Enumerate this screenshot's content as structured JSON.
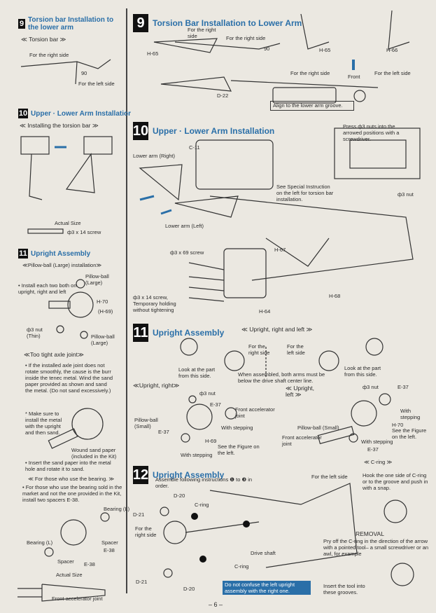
{
  "left": {
    "s9": {
      "num": "9",
      "title": "Torsion bar Installation to the lower arm",
      "sub": "≪ Torsion bar ≫",
      "l1": "For the right side",
      "l2": "90",
      "l3": "For the left side"
    },
    "s10": {
      "num": "10",
      "title": "Upper · Lower Arm Installatior",
      "sub": "≪ Installing the torsion bar ≫",
      "actual": "Actual Size",
      "screw": "ф3 x 14 screw"
    },
    "s11": {
      "num": "11",
      "title": "Upright Assembly",
      "sub": "≪Pillow-ball (Large) installation≫",
      "bullet1": "• Install each two both on upright, right and left",
      "pb_large": "Pillow-ball (Large)",
      "h70": "H-70",
      "h69": "(H-69)",
      "nut": "ф3 nut (Thin)",
      "pb_large2": "Pillow-ball (Large)",
      "tight": "≪Too tight axle joint≫",
      "tight_text": "• If the installed axle joint does not rotate smoothly, the cause is the burr inside the tenec metal. Wind the sand paper provided as shown and sand the metal. (Do not sand excessively.)",
      "make_sure": "* Make sure to install the metal with the upright and then sand.",
      "wound": "Wound sand paper (included in the Kit)",
      "insert": "• Insert the sand paper into the metal hole and rotate it to sand.",
      "bearing_sub": "≪ For those who use the bearing. ≫",
      "bearing_text": "• For those who use the bearing sold in the market and not the one provided in the Kit, install two spacers E-38.",
      "bearing_l": "Bearing (L)",
      "bearing_l2": "Bearing (L)",
      "spacer": "Spacer",
      "spacer2": "Spacer",
      "e38": "E-38",
      "e38b": "E-38",
      "actual": "Actual Size",
      "joint": "Front accelerator joint"
    }
  },
  "right": {
    "s9": {
      "num": "9",
      "title": "Torsion Bar Installation to Lower Arm",
      "h65": "H-65",
      "right_side": "For the right side",
      "right_side2": "For the right side",
      "d90": "90",
      "d22": "D-22",
      "align": "Align to the lower arm groove.",
      "h65b": "H-65",
      "h66": "H-66",
      "for_right": "For the right side",
      "front": "Front",
      "for_left": "For the left side"
    },
    "s10": {
      "num": "10",
      "title": "Upper · Lower Arm Installation",
      "c11": "C-11",
      "lower_right": "Lower arm (Right)",
      "special": "See Special Instruction on the left for torsion bar installation.",
      "press": "Press ф3 nuts into the arrowed positions with a screwdriver.",
      "nut3": "ф3 nut",
      "lower_left": "Lower arm (Left)",
      "screw69": "ф3 x 69 screw",
      "h67": "H-67",
      "screw14": "ф3 x 14 screw, Temporary holding without tightening",
      "h64": "H-64",
      "h68": "H-68"
    },
    "s11": {
      "num": "11",
      "title": "Upright Assembly",
      "sub": "≪ Upright, right and left ≫",
      "right_side": "For the right side",
      "left_side": "For the left side",
      "look1": "Look at the part from this side.",
      "assembled": "When assembled, both arms must be below the drive shaft center line.",
      "look2": "Look at the part from this side.",
      "upright_right": "≪Upright, right≫",
      "nut_a": "ф3 nut",
      "e37a": "E-37",
      "front_joint": "Front accelerator joint",
      "pb_small": "Pillow-ball (Small)",
      "with_step": "With stepping",
      "e37b": "E-37",
      "h69": "H-69",
      "see_fig": "See the Figure on the left.",
      "with_step2": "With stepping",
      "upright_left": "≪ Upright, left ≫",
      "nut_b": "ф3 nut",
      "e37c": "E-37",
      "with_step3": "With stepping",
      "pb_small2": "Pillow-ball (Small)",
      "front_joint2": "Front accelerator joint",
      "h70": "H-70",
      "see_fig2": "See the Figure on the left.",
      "with_step4": "With stepping",
      "e37d": "E-37",
      "cring": "≪ C-ring ≫"
    },
    "s12": {
      "num": "12",
      "title": "Upright Assembly",
      "assemble": "Assemble following instructions ❶ to ❸ in order.",
      "d20": "D-20",
      "cring": "C-ring",
      "d21": "D-21",
      "for_right": "For the right side",
      "for_left": "For the left side",
      "drive": "Drive shaft",
      "cring2": "C-ring",
      "d21b": "D-21",
      "d20b": "D-20",
      "confuse": "Do not confuse the left upright assembly with the right one.",
      "hook": "Hook the one side of C-ring or to the groove and push in with a snap.",
      "removal": "REMOVAL",
      "removal_text": "Pry off the C-ring in the direction of the arrow with a pointed tool– a small screwdriver or an awl, for example",
      "insert_tool": "Insert the tool into these grooves."
    }
  },
  "page_number": "– 6 –"
}
